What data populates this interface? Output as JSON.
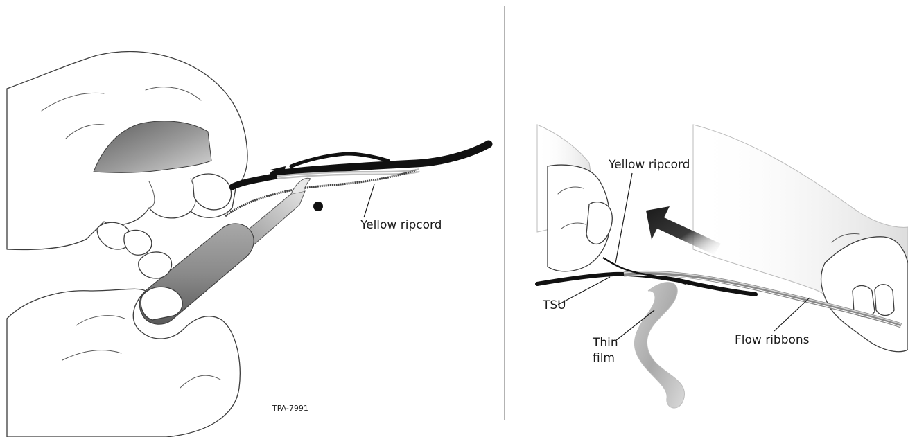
{
  "left_panel": {
    "labels": {
      "yellow_ripcord": "Yellow ripcord"
    },
    "figure_code": "TPA-7991"
  },
  "right_panel": {
    "labels": {
      "yellow_ripcord": "Yellow ripcord",
      "tsu": "TSU",
      "thin_film_line1": "Thin",
      "thin_film_line2": "film",
      "flow_ribbons": "Flow ribbons"
    }
  }
}
